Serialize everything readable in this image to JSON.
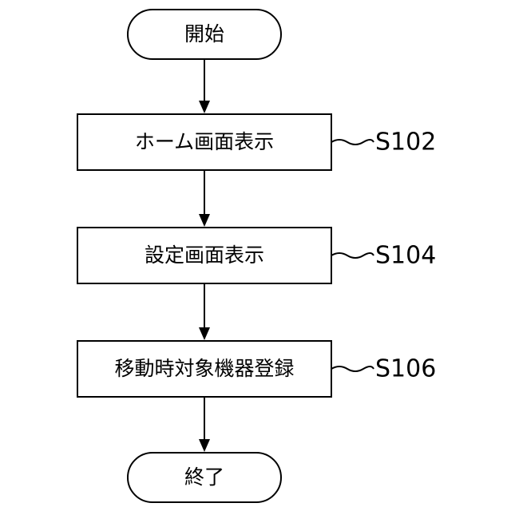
{
  "flowchart": {
    "start": {
      "label": "開始"
    },
    "steps": [
      {
        "label": "ホーム画面表示",
        "step_id": "S102"
      },
      {
        "label": "設定画面表示",
        "step_id": "S104"
      },
      {
        "label": "移動時対象機器登録",
        "step_id": "S106"
      }
    ],
    "end": {
      "label": "終了"
    }
  },
  "colors": {
    "stroke": "#000000",
    "fill": "#ffffff"
  }
}
